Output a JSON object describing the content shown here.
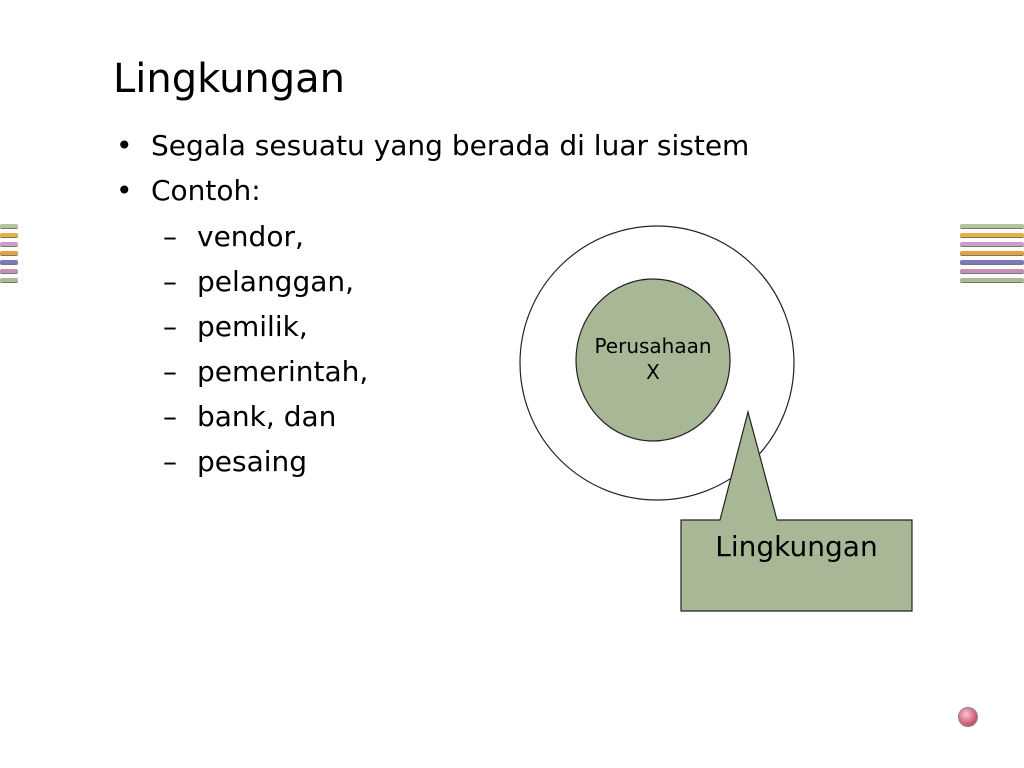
{
  "slide": {
    "title": "Lingkungan",
    "bullets": [
      "Segala sesuatu yang berada di luar sistem",
      "Contoh:"
    ],
    "sub_bullets": [
      "vendor,",
      "pelanggan,",
      "pemilik,",
      "pemerintah,",
      "bank, dan",
      "pesaing"
    ],
    "bullet_mark": "•",
    "sub_mark": "–"
  },
  "diagram": {
    "inner_label_line1": "Perusahaan",
    "inner_label_line2": "X",
    "callout_label": "Lingkungan",
    "colors": {
      "fill": "#a8b896",
      "stroke": "#222222",
      "outer_fill": "#ffffff"
    }
  },
  "decoration": {
    "stripe_colors": [
      "#b6c49a",
      "#e8b23a",
      "#c9a0c8",
      "#e3a23a",
      "#7e79b8",
      "#c88fb4",
      "#a9bd8e"
    ]
  }
}
